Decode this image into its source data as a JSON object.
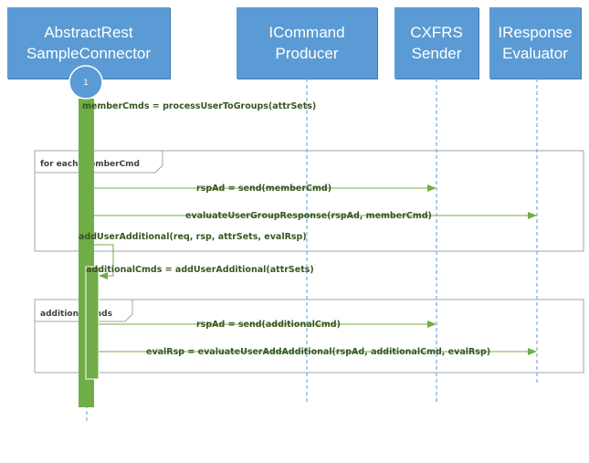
{
  "participants": [
    {
      "id": "connector",
      "label": "AbstractRest\nSampleConnector"
    },
    {
      "id": "producer",
      "label": "ICommand\nProducer"
    },
    {
      "id": "sender",
      "label": "CXFRS\nSender"
    },
    {
      "id": "evaluator",
      "label": "IResponse\nEvaluator"
    }
  ],
  "step_marker": "1",
  "frames": [
    {
      "id": "loop-frame",
      "label": "for each memberCmd"
    },
    {
      "id": "additional-frame",
      "label": "additionalCmds"
    }
  ],
  "messages": [
    {
      "id": "msg-process-user-to-groups",
      "label": "memberCmds = processUserToGroups(attrSets)"
    },
    {
      "id": "msg-send-member-cmd",
      "label": "rspAd = send(memberCmd)"
    },
    {
      "id": "msg-evaluate-user-group-response",
      "label": "evaluateUserGroupResponse(rspAd, memberCmd)"
    },
    {
      "id": "msg-add-user-additional-call",
      "label": "addUserAdditional(req, rsp, attrSets, evalRsp)"
    },
    {
      "id": "msg-additional-cmds",
      "label": "additionalCmds = addUserAdditional(attrSets)"
    },
    {
      "id": "msg-send-additional-cmd",
      "label": "rspAd = send(additionalCmd)"
    },
    {
      "id": "msg-evaluate-user-add-additional",
      "label": "evalRsp = evaluateUserAddAdditional(rspAd, additionalCmd, evalRsp)"
    }
  ]
}
